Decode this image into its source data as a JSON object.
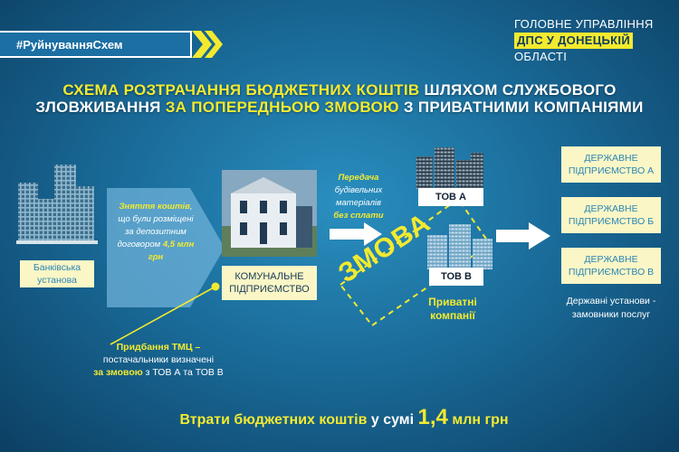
{
  "hashtag": "#РуйнуванняСхем",
  "org": {
    "line1": "ГОЛОВНЕ УПРАВЛІННЯ",
    "line2": "ДПС У ДОНЕЦЬКІЙ",
    "line3": "ОБЛАСТІ"
  },
  "title": {
    "p1": "СХЕМА РОЗТРАЧАННЯ БЮДЖЕТНИХ КОШТІВ",
    "p2": " ШЛЯХОМ СЛУЖБОВОГО ЗЛОВЖИВАННЯ ",
    "p3": "ЗА ПОПЕРЕДНЬОЮ ЗМОВОЮ",
    "p4": " З ПРИВАТНИМИ КОМПАНІЯМИ"
  },
  "bank": {
    "label": "Банківська установа"
  },
  "arrow1": {
    "p1": "Зняття коштів",
    "p2": ", що були розміщені за депозитним договором ",
    "p3": "4,5 млн грн"
  },
  "communal": {
    "label": "КОМУНАЛЬНЕ ПІДПРИЄМСТВО"
  },
  "transfer": {
    "p1": "Передача",
    "p2": "будівельних матеріалів",
    "p3": "без сплати"
  },
  "zmova": "ЗМОВА",
  "tov_a": "ТОВ А",
  "tov_b": "ТОВ В",
  "private_label": "Приватні компанії",
  "state": {
    "a": "ДЕРЖАВНЕ ПІДПРИЄМСТВО А",
    "b": "ДЕРЖАВНЕ ПІДПРИЄМСТВО Б",
    "v": "ДЕРЖАВНЕ ПІДПРИЄМСТВО В",
    "caption": "Державні установи - замовники послуг"
  },
  "purchase": {
    "p1": "Придбання ТМЦ –",
    "p2": "постачальники визначені",
    "p3": "за змовою",
    "p4": " з ТОВ А та ТОВ В"
  },
  "loss": {
    "p1": "Втрати бюджетних коштів",
    "p2": " у сумі ",
    "p3": "1,4",
    "p4": " млн грн"
  },
  "colors": {
    "accent_yellow": "#f3ea2f",
    "label_bg": "#fbf6c6",
    "bg_mid": "#1a6c9a"
  }
}
